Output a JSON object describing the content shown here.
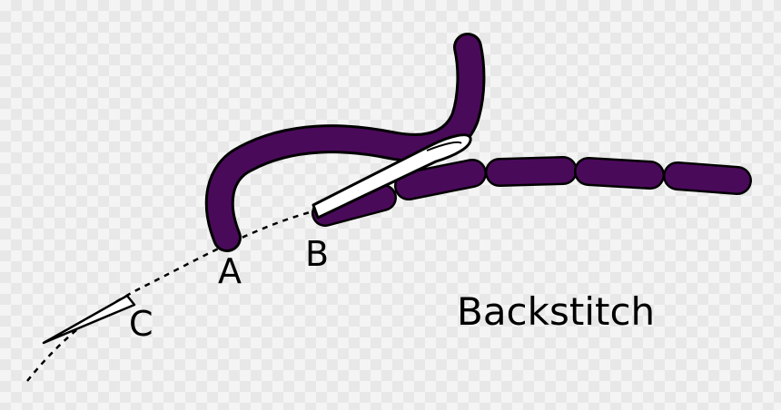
{
  "labels": {
    "point_a": "A",
    "point_b": "B",
    "point_c": "C"
  },
  "title": "Backstitch",
  "colors": {
    "thread": "#4a0a5a",
    "outline": "#000000",
    "needle": "#ffffff",
    "background_light": "#f4f4f4",
    "background_dark": "#e8e8e8"
  }
}
